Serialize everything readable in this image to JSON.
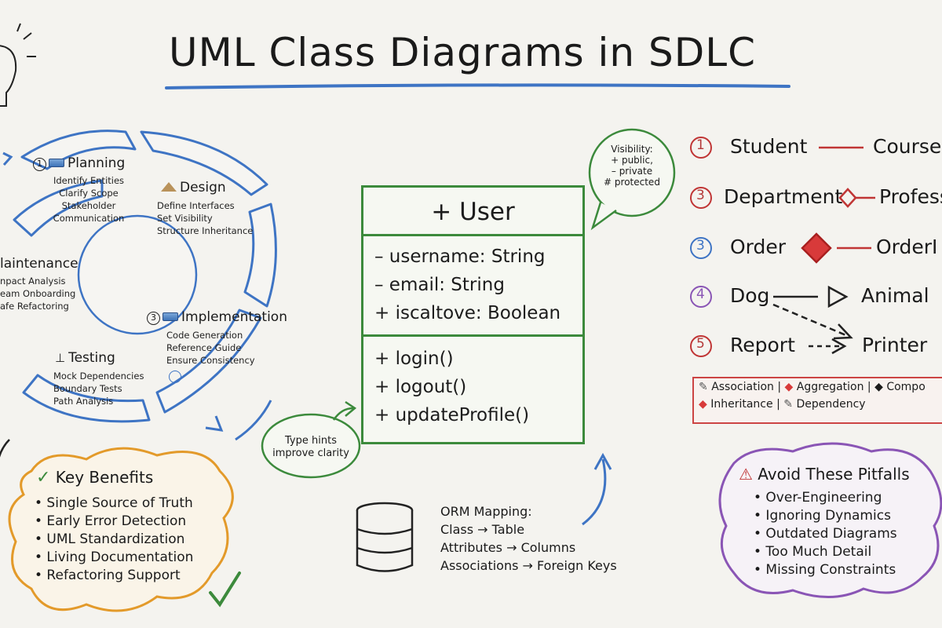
{
  "title": "UML Class Diagrams in SDLC",
  "cycle": {
    "planning": {
      "number": "1",
      "title": "Planning",
      "items": [
        "Identify Entities",
        "Clarify Scope",
        "Stakeholder",
        "Communication"
      ]
    },
    "design": {
      "title": "Design",
      "items": [
        "Define Interfaces",
        "Set Visibility",
        "Structure Inheritance"
      ]
    },
    "implementation": {
      "number": "3",
      "title": "Implementation",
      "items": [
        "Code Generation",
        "Reference Guide",
        "Ensure Consistency"
      ]
    },
    "testing": {
      "title": "Testing",
      "items": [
        "Mock Dependencies",
        "Boundary Tests",
        "Path Analysis"
      ]
    },
    "maintenance": {
      "title": "laintenance",
      "items": [
        "npact Analysis",
        "eam Onboarding",
        "afe Refactoring"
      ]
    }
  },
  "uml_class": {
    "name": "+ User",
    "attributes": [
      "– username: String",
      "– email: String",
      "+ iscaltove: Boolean"
    ],
    "methods": [
      "+ login()",
      "+ logout()",
      "+ updateProfile()"
    ]
  },
  "visibility_bubble": [
    "Visibility:",
    "+ public,",
    "– private",
    "# protected"
  ],
  "type_hints_bubble": [
    "Type hints",
    "improve clarity"
  ],
  "relationships": [
    {
      "number": "1",
      "left": "Student",
      "right": "Course"
    },
    {
      "number": "3",
      "left": "Department",
      "right": "Profess"
    },
    {
      "number": "3",
      "left": "Order",
      "right": "OrderI"
    },
    {
      "number": "4",
      "left": "Dog",
      "right": "Animal"
    },
    {
      "number": "5",
      "left": "Report",
      "right": "Printer"
    }
  ],
  "legend": {
    "row1": [
      "Association |",
      "Aggregation |",
      "Compo"
    ],
    "row2": [
      "Inheritance |",
      "Dependency"
    ]
  },
  "benefits": {
    "title": "Key Benefits",
    "items": [
      "• Single Source of Truth",
      "• Early Error Detection",
      "• UML Standardization",
      "• Living Documentation",
      "• Refactoring Support"
    ]
  },
  "pitfalls": {
    "title": "Avoid These Pitfalls",
    "items": [
      "• Over-Engineering",
      "• Ignoring Dynamics",
      "• Outdated Diagrams",
      "• Too Much Detail",
      "• Missing Constraints"
    ]
  },
  "orm": {
    "lines": [
      "ORM Mapping:",
      "Class → Table",
      "Attributes → Columns",
      "Associations → Foreign Keys"
    ]
  },
  "colors": {
    "blue": "#3e74c4",
    "green": "#3c8a3c",
    "red": "#c03535",
    "purple": "#8a55b5",
    "orange": "#e39a2a"
  }
}
